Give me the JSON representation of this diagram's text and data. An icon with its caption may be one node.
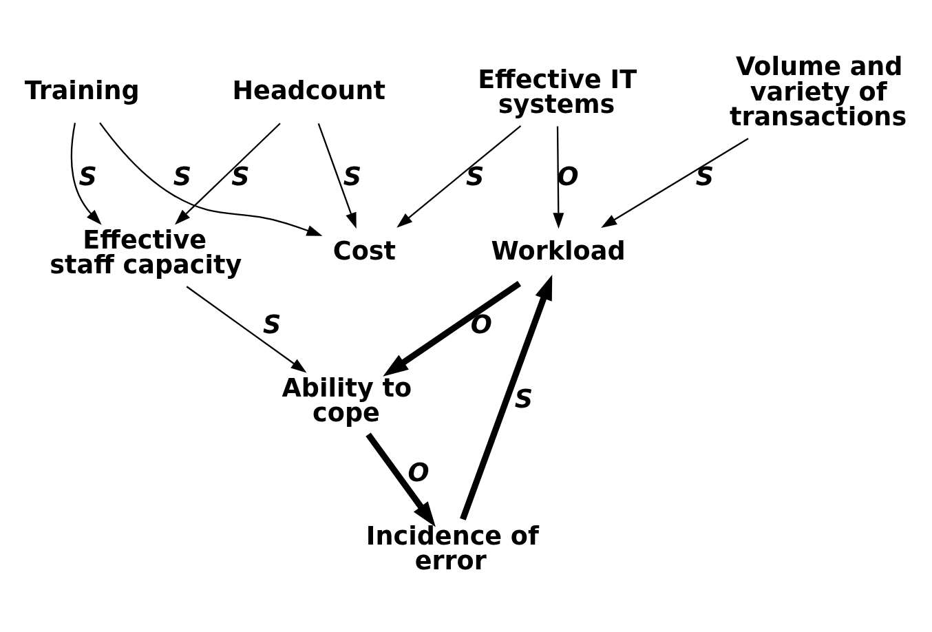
{
  "diagram": {
    "nodes": [
      {
        "text": [
          "Volume and variety of transactions"
        ]
      },
      {
        "text": [
          "Workload"
        ]
      },
      {
        "text": [
          "Ability to cope"
        ]
      },
      {
        "text": [
          "Incidence of error"
        ]
      },
      {
        "text": [
          "Effective staff capacity"
        ]
      },
      {
        "text": [
          "Effective IT systems"
        ]
      },
      {
        "text": [
          "Headcount"
        ]
      },
      {
        "text": [
          "Training"
        ]
      },
      {
        "text": [
          "Cost"
        ]
      }
    ],
    "edges": [
      {
        "from": 0,
        "to": 1,
        "arrow": "to",
        "label": "S"
      },
      {
        "from": 5,
        "to": 1,
        "arrow": "to",
        "label": "O"
      },
      {
        "from": 3,
        "to": 1,
        "arrow": "to",
        "label": "S",
        "style": "thick"
      },
      {
        "from": 1,
        "to": 2,
        "arrow": "to",
        "label": "O",
        "style": "thick"
      },
      {
        "from": 2,
        "to": 3,
        "arrow": "to",
        "label": "O",
        "style": "thick"
      },
      {
        "from": 4,
        "to": 2,
        "arrow": "to",
        "label": "S"
      },
      {
        "from": 6,
        "to": 4,
        "arrow": "to",
        "label": "S"
      },
      {
        "from": 7,
        "to": 4,
        "arrow": "to",
        "label": "S"
      },
      {
        "from": 7,
        "to": 8,
        "arrow": "to",
        "label": "S"
      },
      {
        "from": 6,
        "to": 8,
        "arrow": "to",
        "label": "S"
      },
      {
        "from": 5,
        "to": 8,
        "arrow": "to",
        "label": "S"
      }
    ]
  }
}
